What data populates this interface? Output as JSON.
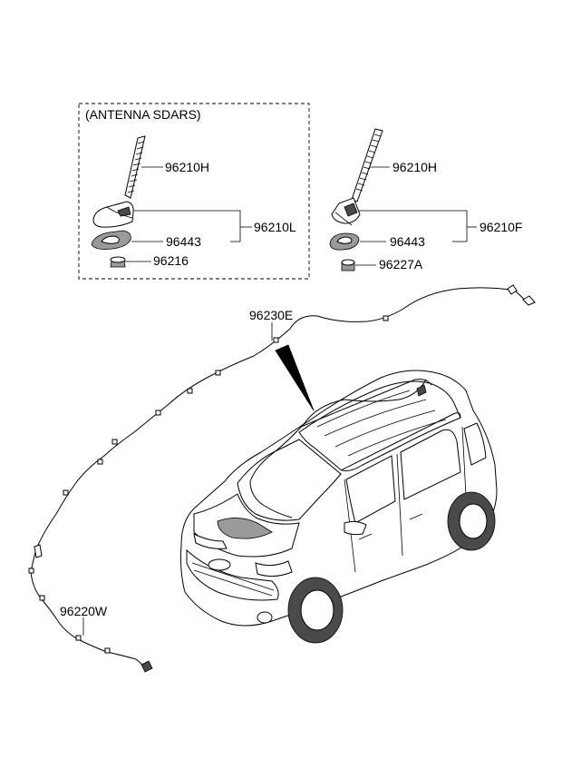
{
  "colors": {
    "ink": "#000000",
    "background": "#ffffff",
    "shade": "#9a9a9a"
  },
  "sdars_box": {
    "title": "(ANTENNA SDARS)"
  },
  "callouts": {
    "sdars_mast": "96210H",
    "sdars_assembly": "96210L",
    "sdars_gasket": "96443",
    "sdars_nut": "96216",
    "std_mast": "96210H",
    "std_assembly": "96210F",
    "std_gasket": "96443",
    "std_nut": "96227A",
    "roof_cable": "96230E",
    "front_cable": "96220W"
  },
  "icons": {
    "sdars_mast": "antenna-mast-icon",
    "sdars_base": "shark-fin-base-icon",
    "sdars_gasket": "gasket-icon",
    "sdars_nut": "nut-icon",
    "std_mast": "antenna-mast-icon",
    "std_base": "antenna-base-icon",
    "std_gasket": "gasket-icon",
    "std_nut": "nut-icon",
    "vehicle": "car-icon"
  }
}
